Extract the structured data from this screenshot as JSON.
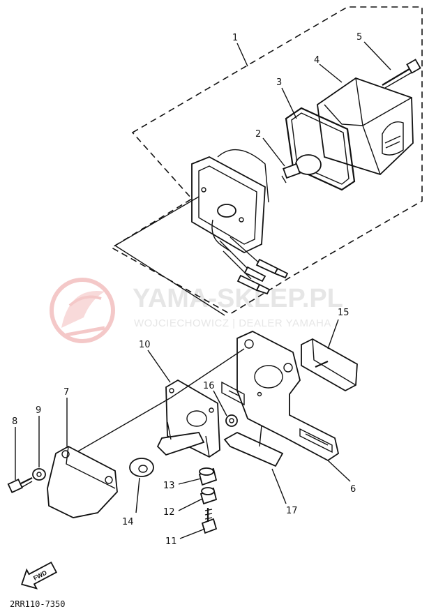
{
  "callouts": {
    "p1": "1",
    "p2": "2",
    "p3": "3",
    "p4": "4",
    "p5": "5",
    "p6": "6",
    "p7": "7",
    "p8": "8",
    "p9": "9",
    "p10": "10",
    "p11": "11",
    "p12": "12",
    "p13": "13",
    "p14": "14",
    "p15": "15",
    "p16": "16",
    "p17": "17"
  },
  "fwd_label": "FWD",
  "reference_code": "2RR110-7350",
  "watermark": {
    "title": "YAMA-SKLEP.PL",
    "subtitle": "WOJCIECHOWICZ | DEALER YAMAHA",
    "color": "#e6e6e6",
    "logo_color": "#f4c8c8"
  },
  "line_color": "#111111"
}
